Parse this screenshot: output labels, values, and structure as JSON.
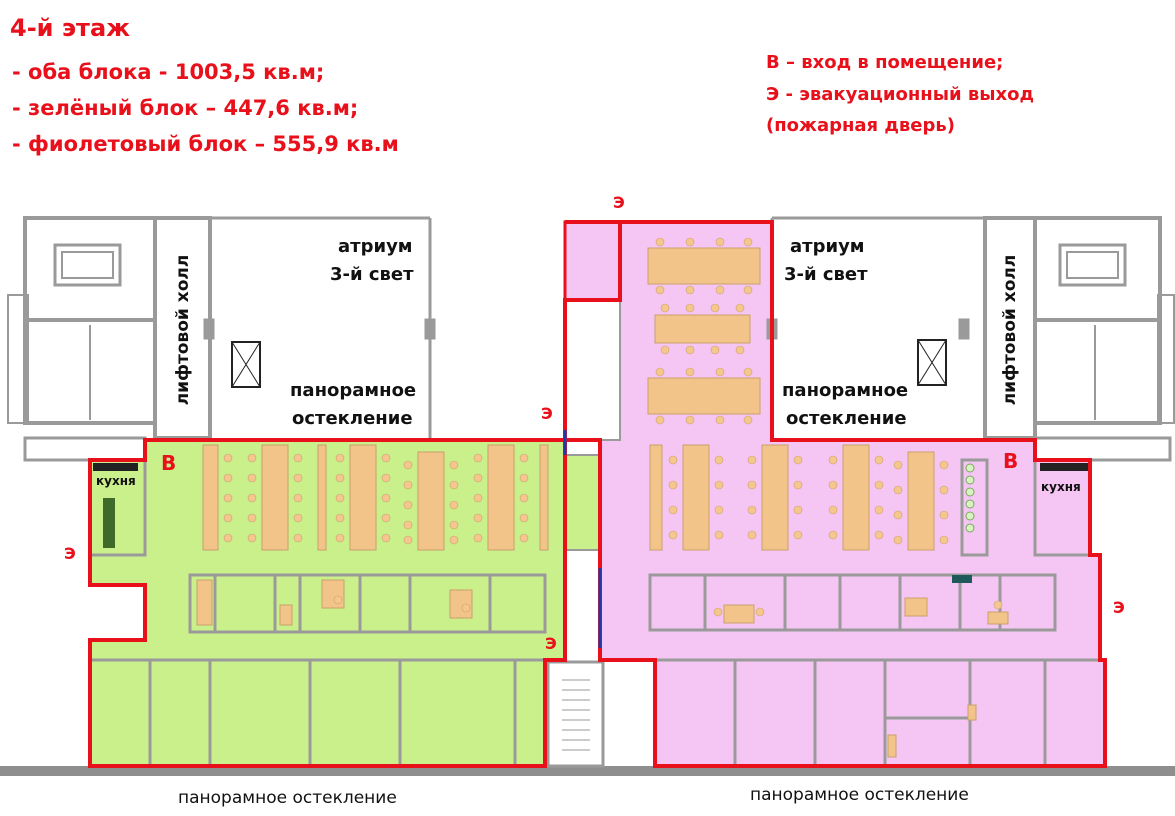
{
  "header": {
    "floor_title": "4-й этаж",
    "area_total": "- оба блока - 1003,5 кв.м;",
    "area_green": "- зелёный блок – 447,6 кв.м;",
    "area_violet": "- фиолетовый блок – 555,9 кв.м"
  },
  "legend": {
    "entry_line": "В – вход в помещение;",
    "exit_line": "Э - эвакуационный выход",
    "exit_note": "(пожарная дверь)"
  },
  "labels": {
    "atrium_left_l1": "атриум",
    "atrium_left_l2": "3-й свет",
    "atrium_right_l1": "атриум",
    "atrium_right_l2": "3-й свет",
    "glazing_left_l1": "панорамное",
    "glazing_left_l2": "остекление",
    "glazing_right_l1": "панорамное",
    "glazing_right_l2": "остекление",
    "lift_hall_left": "лифтовой холл",
    "lift_hall_right": "лифтовой холл",
    "kitchen_left": "кухня",
    "kitchen_right": "кухня",
    "glazing_bottom_left": "панорамное остекление",
    "glazing_bottom_right": "панорамное остекление"
  },
  "markers": {
    "entry": "В",
    "exit": "Э"
  },
  "colors": {
    "green_block": "#c9f08a",
    "violet_block": "#f5c6f3",
    "boundary": "#e8101a",
    "walls": "#9a9a9a",
    "desk": "#f2c48a",
    "chair": "#f5c78e"
  }
}
